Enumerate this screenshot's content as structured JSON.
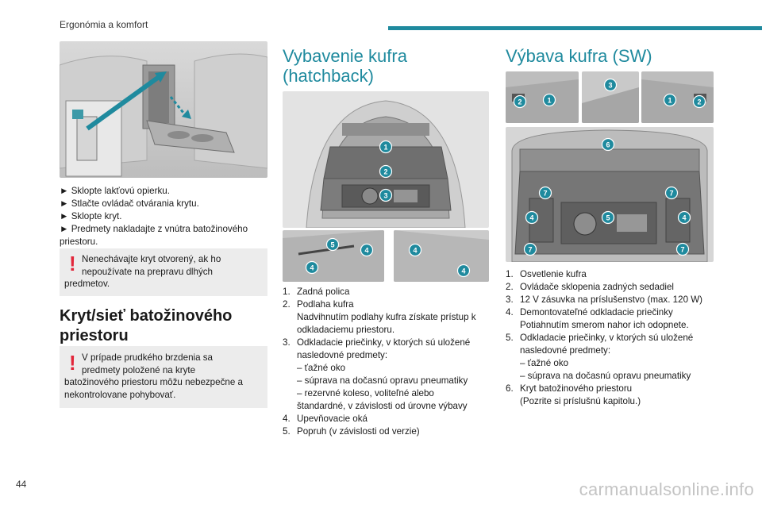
{
  "header": {
    "section_title": "Ergonómia a komfort"
  },
  "page_number": "44",
  "watermark": "carmanualsonline.info",
  "armrest": {
    "steps": [
      "► Sklopte lakťovú opierku.",
      "► Stlačte ovládač otvárania krytu.",
      "► Sklopte kryt.",
      "► Predmety nakladajte z vnútra batožinového",
      "priestoru."
    ],
    "warning_lines": [
      "Nenechávajte kryt otvorený, ak ho",
      "nepoužívate na prepravu dlhých",
      "predmetov."
    ]
  },
  "cover_section": {
    "heading_line1": "Kryt/sieť batožinového",
    "heading_line2": "priestoru",
    "warning_lines": [
      "V prípade prudkého brzdenia sa",
      "predmety položené na kryte",
      "batožinového priestoru môžu nebezpečne a",
      "nekontrolovane pohybovať."
    ]
  },
  "hatchback": {
    "heading_line1": "Vybavenie kufra",
    "heading_line2": "(hatchback)",
    "callouts_main": [
      "1",
      "2",
      "3"
    ],
    "callouts_left": [
      "5",
      "4",
      "4"
    ],
    "callouts_right": [
      "4",
      "4"
    ],
    "items": [
      {
        "num": "1.",
        "text": "Zadná polica"
      },
      {
        "num": "2.",
        "text": "Podlaha kufra"
      },
      {
        "cont": "Nadvihnutím podlahy kufra získate prístup k"
      },
      {
        "cont": "odkladaciemu priestoru."
      },
      {
        "num": "3.",
        "text": "Odkladacie priečinky, v ktorých sú uložené"
      },
      {
        "cont": "nasledovné predmety:"
      },
      {
        "sub": "–  ťažné oko"
      },
      {
        "sub": "–  súprava na dočasnú opravu pneumatiky"
      },
      {
        "sub": "–  rezervné koleso, voliteľné alebo"
      },
      {
        "cont": "štandardné, v závislosti od úrovne výbavy"
      },
      {
        "num": "4.",
        "text": "Upevňovacie oká"
      },
      {
        "num": "5.",
        "text": "Popruh (v závislosti od verzie)"
      }
    ]
  },
  "sw": {
    "heading": "Výbava kufra (SW)",
    "callouts_top_left": [
      "2",
      "1"
    ],
    "callouts_top_mid": [
      "3"
    ],
    "callouts_top_right": [
      "1",
      "2"
    ],
    "callouts_main": [
      "6",
      "7",
      "7",
      "4",
      "4",
      "5",
      "7",
      "7"
    ],
    "items": [
      {
        "num": "1.",
        "text": "Osvetlenie kufra"
      },
      {
        "num": "2.",
        "text": "Ovládače sklopenia zadných sedadiel"
      },
      {
        "num": "3.",
        "text": "12 V zásuvka na príslušenstvo (max. 120 W)"
      },
      {
        "num": "4.",
        "text": "Demontovateľné odkladacie priečinky"
      },
      {
        "cont": "Potiahnutím smerom nahor ich odopnete."
      },
      {
        "num": "5.",
        "text": "Odkladacie priečinky, v ktorých sú uložené"
      },
      {
        "cont": "nasledovné predmety:"
      },
      {
        "sub": "–  ťažné oko"
      },
      {
        "sub": "–  súprava na dočasnú opravu pneumatiky"
      },
      {
        "num": "6.",
        "text": "Kryt batožinového priestoru"
      },
      {
        "cont": "(Pozrite si príslušnú kapitolu.)"
      }
    ]
  }
}
